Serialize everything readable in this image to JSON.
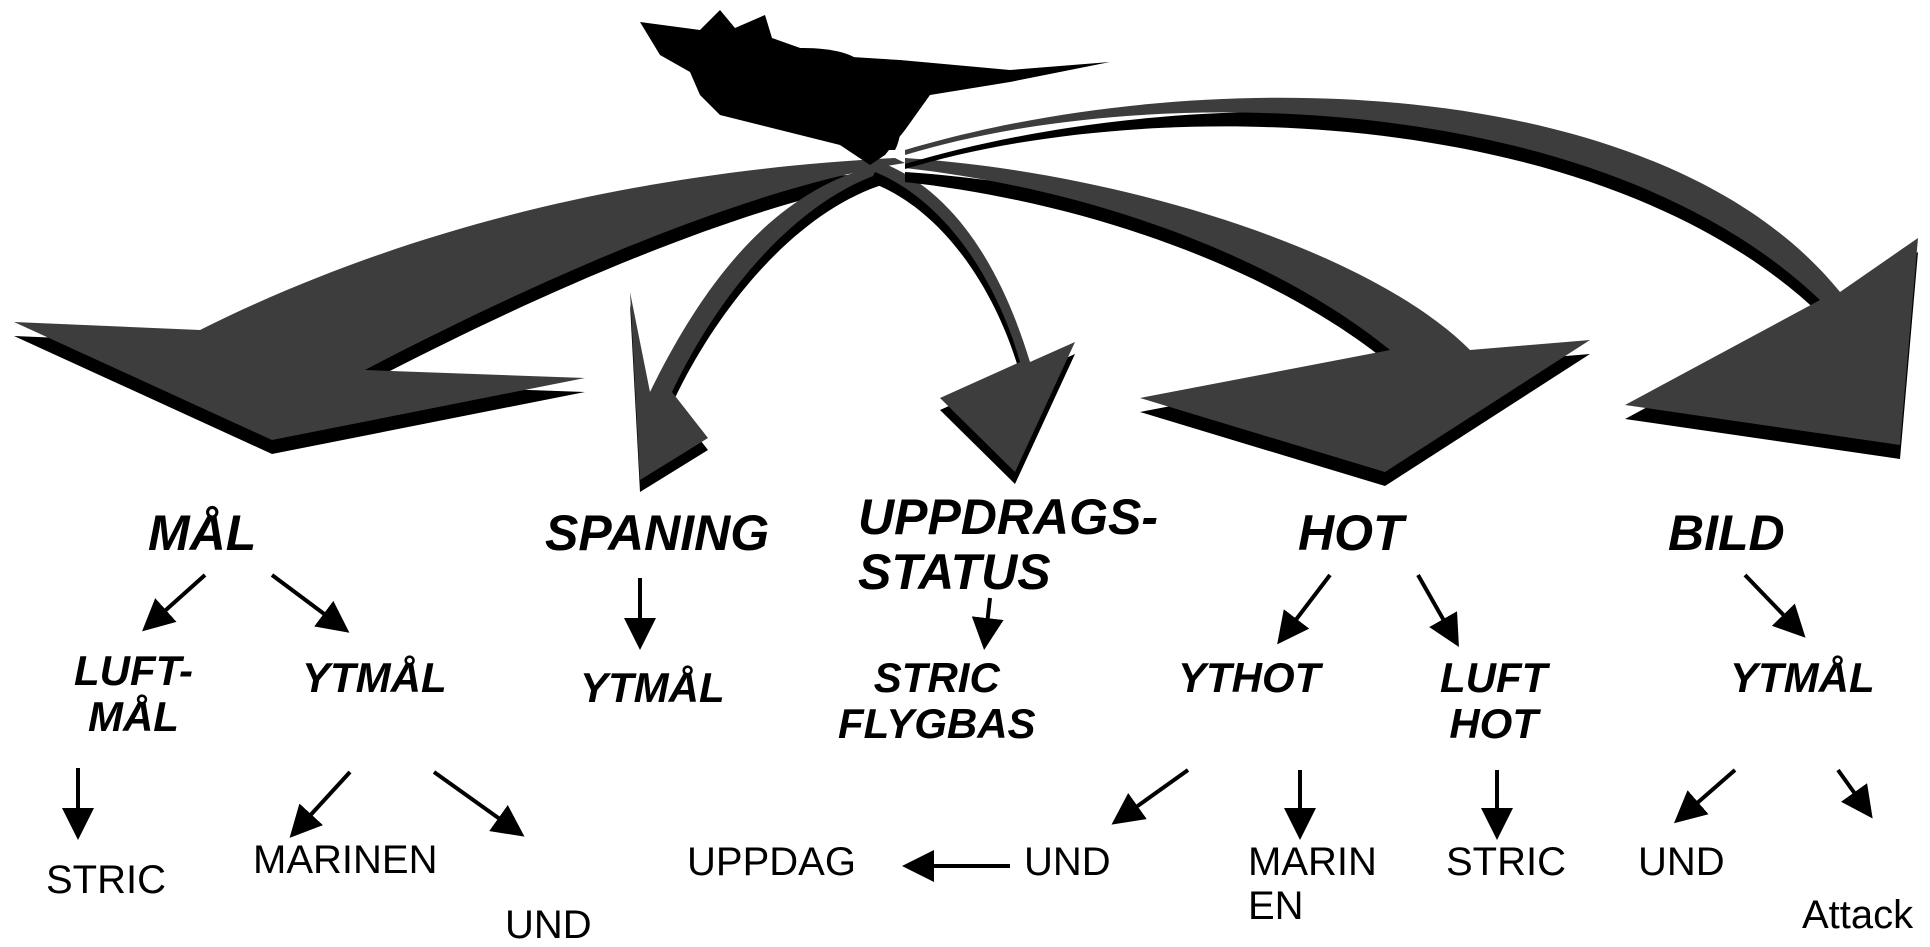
{
  "colors": {
    "arrow_fill": "#3d3d3d",
    "arrow_shadow": "#000000",
    "text": "#000000",
    "background": "#ffffff"
  },
  "icons": {
    "aircraft": "fighter-jet-icon"
  },
  "categories": [
    {
      "key": "mal",
      "title": "MÅL"
    },
    {
      "key": "spaning",
      "title": "SPANING"
    },
    {
      "key": "uppdragsstatus",
      "title": "UPPDRAGS-\nSTATUS"
    },
    {
      "key": "hot",
      "title": "HOT"
    },
    {
      "key": "bild",
      "title": "BILD"
    }
  ],
  "subcategories": {
    "luftmal": "LUFT-\nMÅL",
    "ytmal_mal": "YTMÅL",
    "ytmal_spaning": "YTMÅL",
    "stric_flygbas": "STRIC\nFLYGBAS",
    "ythot": "YTHOT",
    "lufthot": "LUFT\nHOT",
    "ytmal_bild": "YTMÅL"
  },
  "leaves": {
    "stric_luftmal": "STRIC",
    "marinen_ytmal": "MARINEN",
    "und_ytmal": "UND",
    "uppdag": "UPPDAG",
    "und_ythot": "UND",
    "marinen_ythot": "MARIN\nEN",
    "stric_lufthot": "STRIC",
    "und_bild": "UND",
    "attack_bild": "Attack"
  }
}
